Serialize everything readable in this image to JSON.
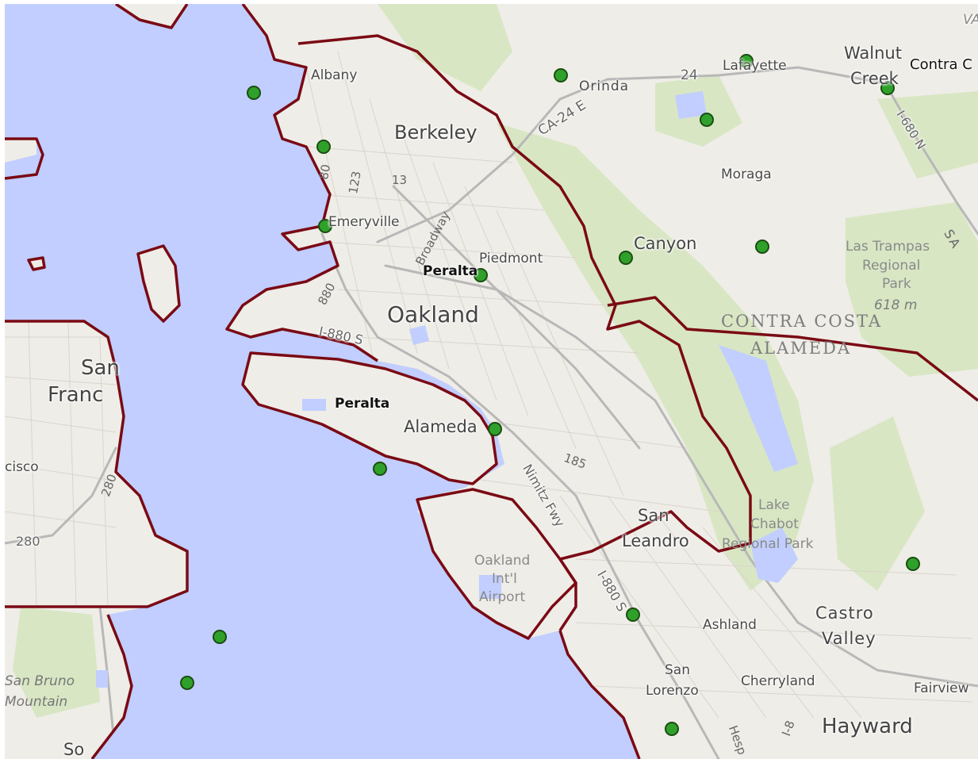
{
  "map": {
    "places": {
      "albany": "Albany",
      "berkeley": "Berkeley",
      "orinda": "Orinda",
      "lafayette": "Lafayette",
      "walnut_creek_1": "Walnut",
      "walnut_creek_2": "Creek",
      "contra_costa_city": "Contra C",
      "moraga": "Moraga",
      "emeryville": "Emeryville",
      "piedmont": "Piedmont",
      "canyon": "Canyon",
      "oakland": "Oakland",
      "alameda": "Alameda",
      "san_francisco_1": "San",
      "san_francisco_2": "Franc",
      "sf_cisco": "cisco",
      "san_leandro_1": "San",
      "san_leandro_2": "Leandro",
      "ashland": "Ashland",
      "castro_valley_1": "Castro",
      "castro_valley_2": "Valley",
      "san_lorenzo_1": "San",
      "san_lorenzo_2": "Lorenzo",
      "cherryland": "Cherryland",
      "fairview": "Fairview",
      "hayward": "Hayward",
      "san_bruno_1": "San Bruno",
      "san_bruno_2": "Mountain",
      "so": "So",
      "va": "VA"
    },
    "stations": {
      "peralta_1": "Peralta",
      "peralta_2": "Peralta"
    },
    "parks": {
      "las_trampas_1": "Las Trampas",
      "las_trampas_2": "Regional",
      "las_trampas_3": "Park",
      "elevation": "618 m",
      "lake_chabot_1": "Lake",
      "lake_chabot_2": "Chabot",
      "lake_chabot_3": "Regional Park",
      "airport_1": "Oakland",
      "airport_2": "Int'l",
      "airport_3": "Airport"
    },
    "counties": {
      "contra_costa": "CONTRA COSTA",
      "alameda": "ALAMEDA"
    },
    "roads": {
      "ca24": "CA-24 E",
      "r24": "24",
      "i680": "I-680 N",
      "broadway": "Broadway",
      "r13": "13",
      "r123": "123",
      "r880": "880",
      "i880s": "I-880 S",
      "i880s_2": "I-880 S",
      "r185": "185",
      "nimitz": "Nimitz Fwy",
      "r280": "280",
      "r280b": "280",
      "r80": "80",
      "sa": "SA",
      "hesp": "Hesp",
      "i8": "I-8"
    },
    "colors": {
      "water": "#c1ceff",
      "land": "#efede7",
      "boundary": "#7a0a14",
      "marker_fill": "#2fa12a",
      "marker_stroke": "#1b4d12",
      "park": "#cfe1b3"
    },
    "markers_count_label": ""
  }
}
